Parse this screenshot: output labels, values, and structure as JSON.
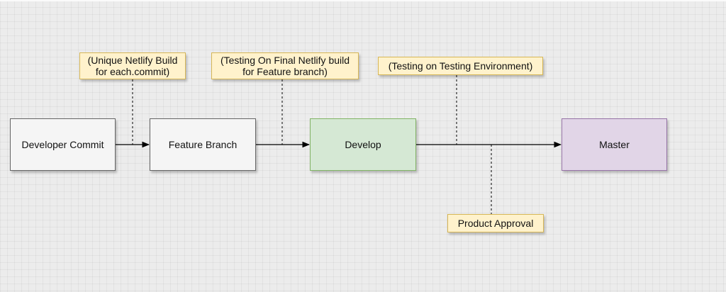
{
  "nodes": {
    "developer_commit": {
      "label": "Developer Commit",
      "fill": "#f5f5f5",
      "stroke": "#666666"
    },
    "feature_branch": {
      "label": "Feature Branch",
      "fill": "#f5f5f5",
      "stroke": "#666666"
    },
    "develop": {
      "label": "Develop",
      "fill": "#d5e8d4",
      "stroke": "#82b366"
    },
    "master": {
      "label": "Master",
      "fill": "#e1d5e7",
      "stroke": "#9673a6"
    }
  },
  "notes": {
    "unique_build": {
      "line1": "(Unique Netlify Build",
      "line2": "for each.commit)"
    },
    "testing_final": {
      "line1": "(Testing On Final Netlify build",
      "line2": "for Feature branch)"
    },
    "testing_env": {
      "line1": "(Testing on Testing Environment)"
    },
    "product_approval": {
      "line1": "Product Approval"
    }
  },
  "colors": {
    "note_fill": "#fff2cc",
    "note_stroke": "#d6b656",
    "edge": "#000000"
  }
}
